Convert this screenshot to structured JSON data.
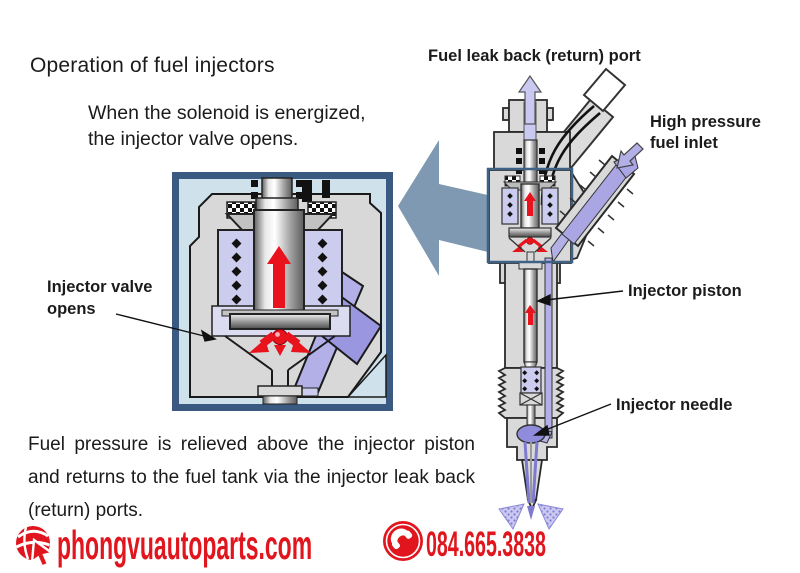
{
  "title": "Operation of fuel injectors",
  "subtitle": {
    "line1": "When the solenoid is energized,",
    "line2": "the injector valve opens."
  },
  "callout": {
    "line1": "Injector valve",
    "line2": "opens"
  },
  "injector_labels": {
    "return_port": "Fuel leak back (return) port",
    "high_pressure_line1": "High pressure",
    "high_pressure_line2": "fuel inlet",
    "piston": "Injector piston",
    "needle": "Injector needle"
  },
  "paragraph": "Fuel pressure is relieved above the injector piston and returns to the fuel tank via the injector leak back (return) ports.",
  "footer": {
    "website": "phongvuautoparts.com",
    "phone": "084.665.3838"
  },
  "icons": {
    "website_icon": "globe-with-cursor",
    "phone_icon": "phone-handset"
  },
  "colors": {
    "brand_red": "#e0151d",
    "arrow_red": "#e8131d",
    "zoom_arrow_steel_blue": "#7e99b1",
    "frame_blue": "#3a5a82",
    "fuel_purple": "#a9a6e3",
    "spring_lavender": "#ccccee",
    "inset_light_blue": "#cfe2ec",
    "body_gray": "#d9d9d9"
  }
}
